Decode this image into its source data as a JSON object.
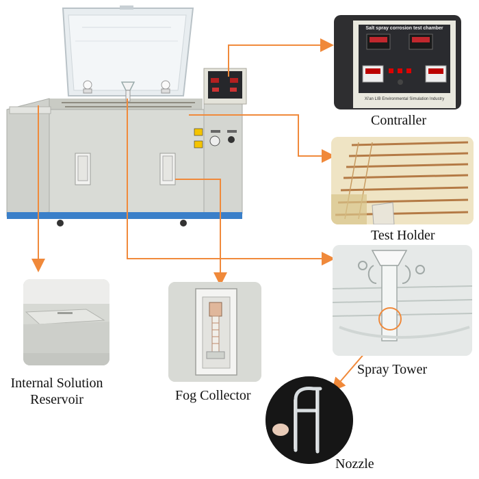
{
  "labels": {
    "controller": "Contraller",
    "test_holder": "Test  Holder",
    "spray_tower": "Spray Tower",
    "nozzle": "Nozzle",
    "reservoir_line1": "Internal Solution",
    "reservoir_line2": "Reservoir",
    "fog_collector": "Fog Collector"
  },
  "controller_panel": {
    "title": "Salt spray corrosion test chamber",
    "footer": "Xi'an LIB Environmental Simulation Industry"
  },
  "colors": {
    "arrow": "#f0893a",
    "chamber_body": "#d9dbd6",
    "chamber_base": "#3a7fc9",
    "lid": "#e6ecef",
    "controller_bg": "#e9e8de"
  }
}
